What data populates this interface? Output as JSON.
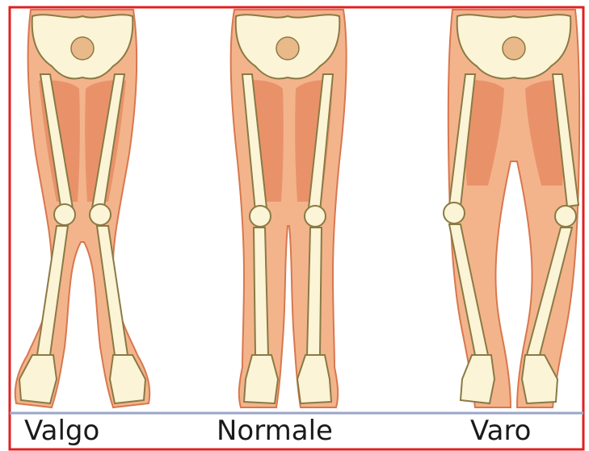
{
  "figure": {
    "panels": [
      {
        "id": "valgo",
        "caption": "Valgo"
      },
      {
        "id": "normale",
        "caption": "Normale"
      },
      {
        "id": "varo",
        "caption": "Varo"
      }
    ],
    "colors": {
      "frame": "#e02020",
      "skin": "#f3b48c",
      "skin_outline": "#d9774e",
      "thigh_muscle": "#e9926a",
      "bone": "#fbf4d6",
      "bone_outline": "#8a7a44",
      "ground": "#9aa6c8"
    }
  }
}
